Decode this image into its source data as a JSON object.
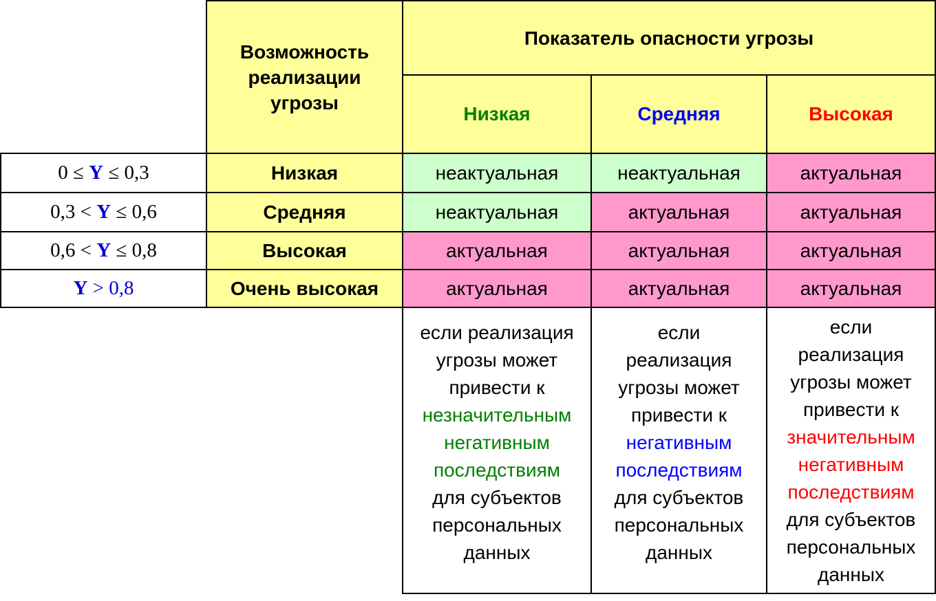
{
  "header": {
    "possibility": [
      "Возможность",
      "реализации",
      "угрозы"
    ],
    "danger": "Показатель опасности угрозы",
    "danger_levels": {
      "low": "Низкая",
      "medium": "Средняя",
      "high": "Высокая"
    }
  },
  "colors": {
    "header_bg": "#ffff99",
    "not_actual_bg": "#ccffcc",
    "actual_bg": "#ff99cc",
    "low_text": "#008000",
    "medium_text": "#0000ff",
    "high_text": "#ff0000",
    "y_text": "#0000cc"
  },
  "rows": [
    {
      "range_pre": "0 ≤ ",
      "range_y": "Y",
      "range_post": " ≤ 0,3",
      "level": "Низкая",
      "cells": [
        "неактуальная",
        "неактуальная",
        "актуальная"
      ]
    },
    {
      "range_pre": "0,3 < ",
      "range_y": "Y",
      "range_post": " ≤ 0,6",
      "level": "Средняя",
      "cells": [
        "неактуальная",
        "актуальная",
        "актуальная"
      ]
    },
    {
      "range_pre": "0,6 < ",
      "range_y": "Y",
      "range_post": " ≤ 0,8",
      "level": "Высокая",
      "cells": [
        "актуальная",
        "актуальная",
        "актуальная"
      ]
    },
    {
      "range_pre": "",
      "range_y": "Y",
      "range_post": " > 0,8",
      "level": "Очень высокая",
      "cells": [
        "актуальная",
        "актуальная",
        "актуальная"
      ]
    }
  ],
  "descriptions": {
    "low": {
      "before": [
        "если реализация",
        "угрозы может",
        "привести к"
      ],
      "highlight": [
        "незначительным",
        "негативным",
        "последствиям"
      ],
      "after": [
        "для субъектов",
        "персональных",
        "данных"
      ]
    },
    "medium": {
      "before": [
        "если",
        "реализация",
        "угрозы может",
        "привести к"
      ],
      "highlight": [
        "негативным",
        "последствиям"
      ],
      "after": [
        "для субъектов",
        "персональных",
        "данных"
      ]
    },
    "high": {
      "before": [
        "если",
        "реализация",
        "угрозы может",
        "привести к"
      ],
      "highlight": [
        "значительным",
        "негативным",
        "последствиям"
      ],
      "after": [
        "для субъектов",
        "персональных",
        "данных"
      ]
    }
  }
}
